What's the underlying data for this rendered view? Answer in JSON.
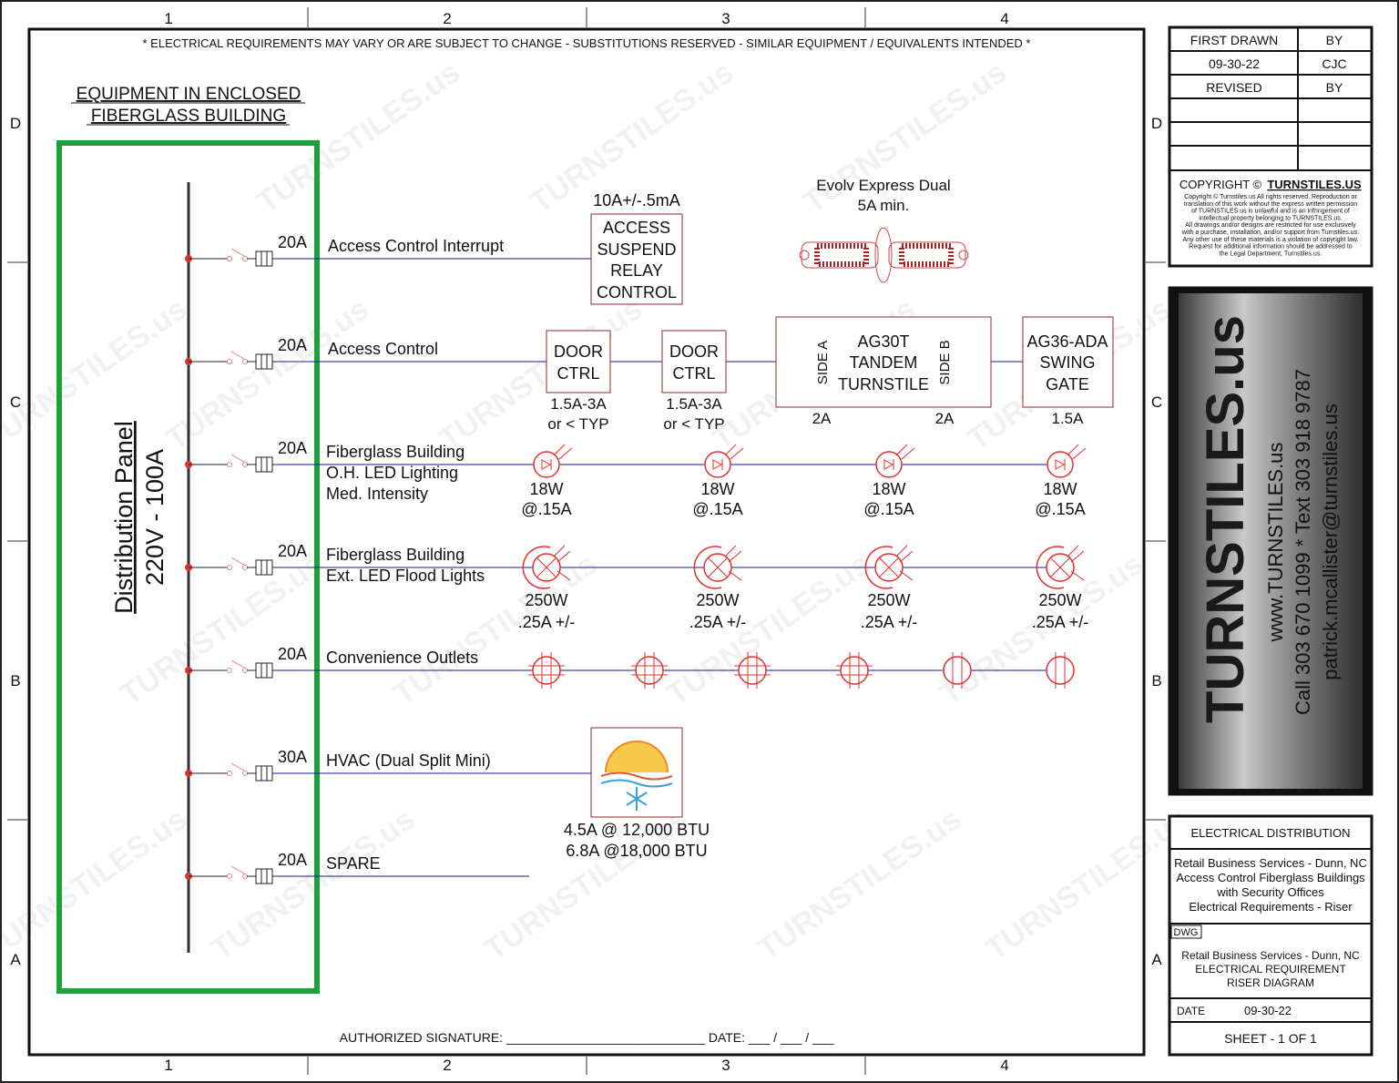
{
  "grid": {
    "columns": [
      "1",
      "2",
      "3",
      "4"
    ],
    "rows": [
      "D",
      "C",
      "B",
      "A"
    ]
  },
  "notice": "* ELECTRICAL REQUIREMENTS MAY VARY OR ARE SUBJECT TO CHANGE - SUBSTITUTIONS RESERVED - SIMILAR EQUIPMENT / EQUIVALENTS INTENDED  *",
  "heading": {
    "line1": "EQUIPMENT IN ENCLOSED",
    "line2": "FIBERGLASS BUILDING"
  },
  "panel": {
    "line1": "Distribution Panel",
    "line2": "220V - 100A"
  },
  "circuits": [
    {
      "amps": "20A",
      "label": [
        "Access Control Interrupt"
      ]
    },
    {
      "amps": "20A",
      "label": [
        "Access Control"
      ]
    },
    {
      "amps": "20A",
      "label": [
        "Fiberglass Building",
        "O.H. LED Lighting",
        "Med. Intensity"
      ]
    },
    {
      "amps": "20A",
      "label": [
        "Fiberglass Building",
        "Ext. LED Flood Lights"
      ]
    },
    {
      "amps": "20A",
      "label": [
        "Convenience Outlets"
      ]
    },
    {
      "amps": "30A",
      "label": [
        "HVAC (Dual Split Mini)"
      ]
    },
    {
      "amps": "20A",
      "label": [
        "SPARE"
      ]
    }
  ],
  "relay": {
    "top": "10A+/-.5mA",
    "lines": [
      "ACCESS",
      "SUSPEND",
      "RELAY",
      "CONTROL"
    ]
  },
  "evolv": {
    "line1": "Evolv Express Dual",
    "line2": "5A min."
  },
  "door_ctrls": [
    {
      "lines": [
        "DOOR",
        "CTRL"
      ],
      "rating": [
        "1.5A-3A",
        "or < TYP"
      ]
    },
    {
      "lines": [
        "DOOR",
        "CTRL"
      ],
      "rating": [
        "1.5A-3A",
        "or < TYP"
      ]
    }
  ],
  "turnstile": {
    "side_a": "SIDE A",
    "side_b": "SIDE B",
    "lines": [
      "AG30T",
      "TANDEM",
      "TURNSTILE"
    ],
    "rating_a": "2A",
    "rating_b": "2A"
  },
  "swing_gate": {
    "lines": [
      "AG36-ADA",
      "SWING",
      "GATE"
    ],
    "rating": "1.5A"
  },
  "led_lights": [
    {
      "w": "18W",
      "a": "@.15A"
    },
    {
      "w": "18W",
      "a": "@.15A"
    },
    {
      "w": "18W",
      "a": "@.15A"
    },
    {
      "w": "18W",
      "a": "@.15A"
    }
  ],
  "flood_lights": [
    {
      "w": "250W",
      "a": ".25A +/-"
    },
    {
      "w": "250W",
      "a": ".25A +/-"
    },
    {
      "w": "250W",
      "a": ".25A +/-"
    },
    {
      "w": "250W",
      "a": ".25A +/-"
    }
  ],
  "hvac": {
    "line1": "4.5A @ 12,000 BTU",
    "line2": "6.8A @18,000 BTU"
  },
  "signature": "AUTHORIZED SIGNATURE: ____________________________ DATE: ___ / ___ / ___",
  "title_block": {
    "first_drawn": "FIRST DRAWN",
    "by": "BY",
    "date": "09-30-22",
    "drawn_by": "CJC",
    "revised": "REVISED",
    "revised_by": "BY",
    "copyright_title": "COPYRIGHT ©",
    "copyright_brand": "TURNSTILES.US",
    "copyright_text": [
      "Copyright © Turnstiles.us All rights reserved. Reproduction or",
      "translation of this work without the express written permission",
      "of TURNSTILES.us is unlawful and is an infringement of",
      "intellectual property belonging to TURNSTILES.us.",
      "All drawings and/or designs are restricted for use exclusively",
      "with a purchase, installation, and/or support from Turnstiles.us.",
      "Any other use of these materials is a violation of copyright law.",
      "Request for additional information should be addressed to",
      "the Legal Department, Turnstiles.us."
    ],
    "logo": {
      "brand": "TURNSTILES.us",
      "web": "www.TURNSTILES.us",
      "phone": "Call 303 670 1099 * Text 303 918 9787",
      "email": "patrick.mcallister@turnstiles.us"
    },
    "section": "ELECTRICAL DISTRIBUTION",
    "project": [
      "Retail Business Services - Dunn, NC",
      "Access Control Fiberglass Buildings",
      "with Security Offices",
      "Electrical Requirements - Riser"
    ],
    "dwg_label": "DWG",
    "dwg": [
      "Retail Business Services - Dunn, NC",
      "ELECTRICAL REQUIREMENT",
      "RISER DIAGRAM"
    ],
    "date_label": "DATE",
    "date_value": "09-30-22",
    "sheet": "SHEET - 1  OF  1"
  },
  "watermark": "TURNSTILES.us",
  "colors": {
    "panel_green": "#1aa33a",
    "wire": "#1a1a8c",
    "device_red": "#e03030",
    "box_border": "#8b2a2a"
  }
}
